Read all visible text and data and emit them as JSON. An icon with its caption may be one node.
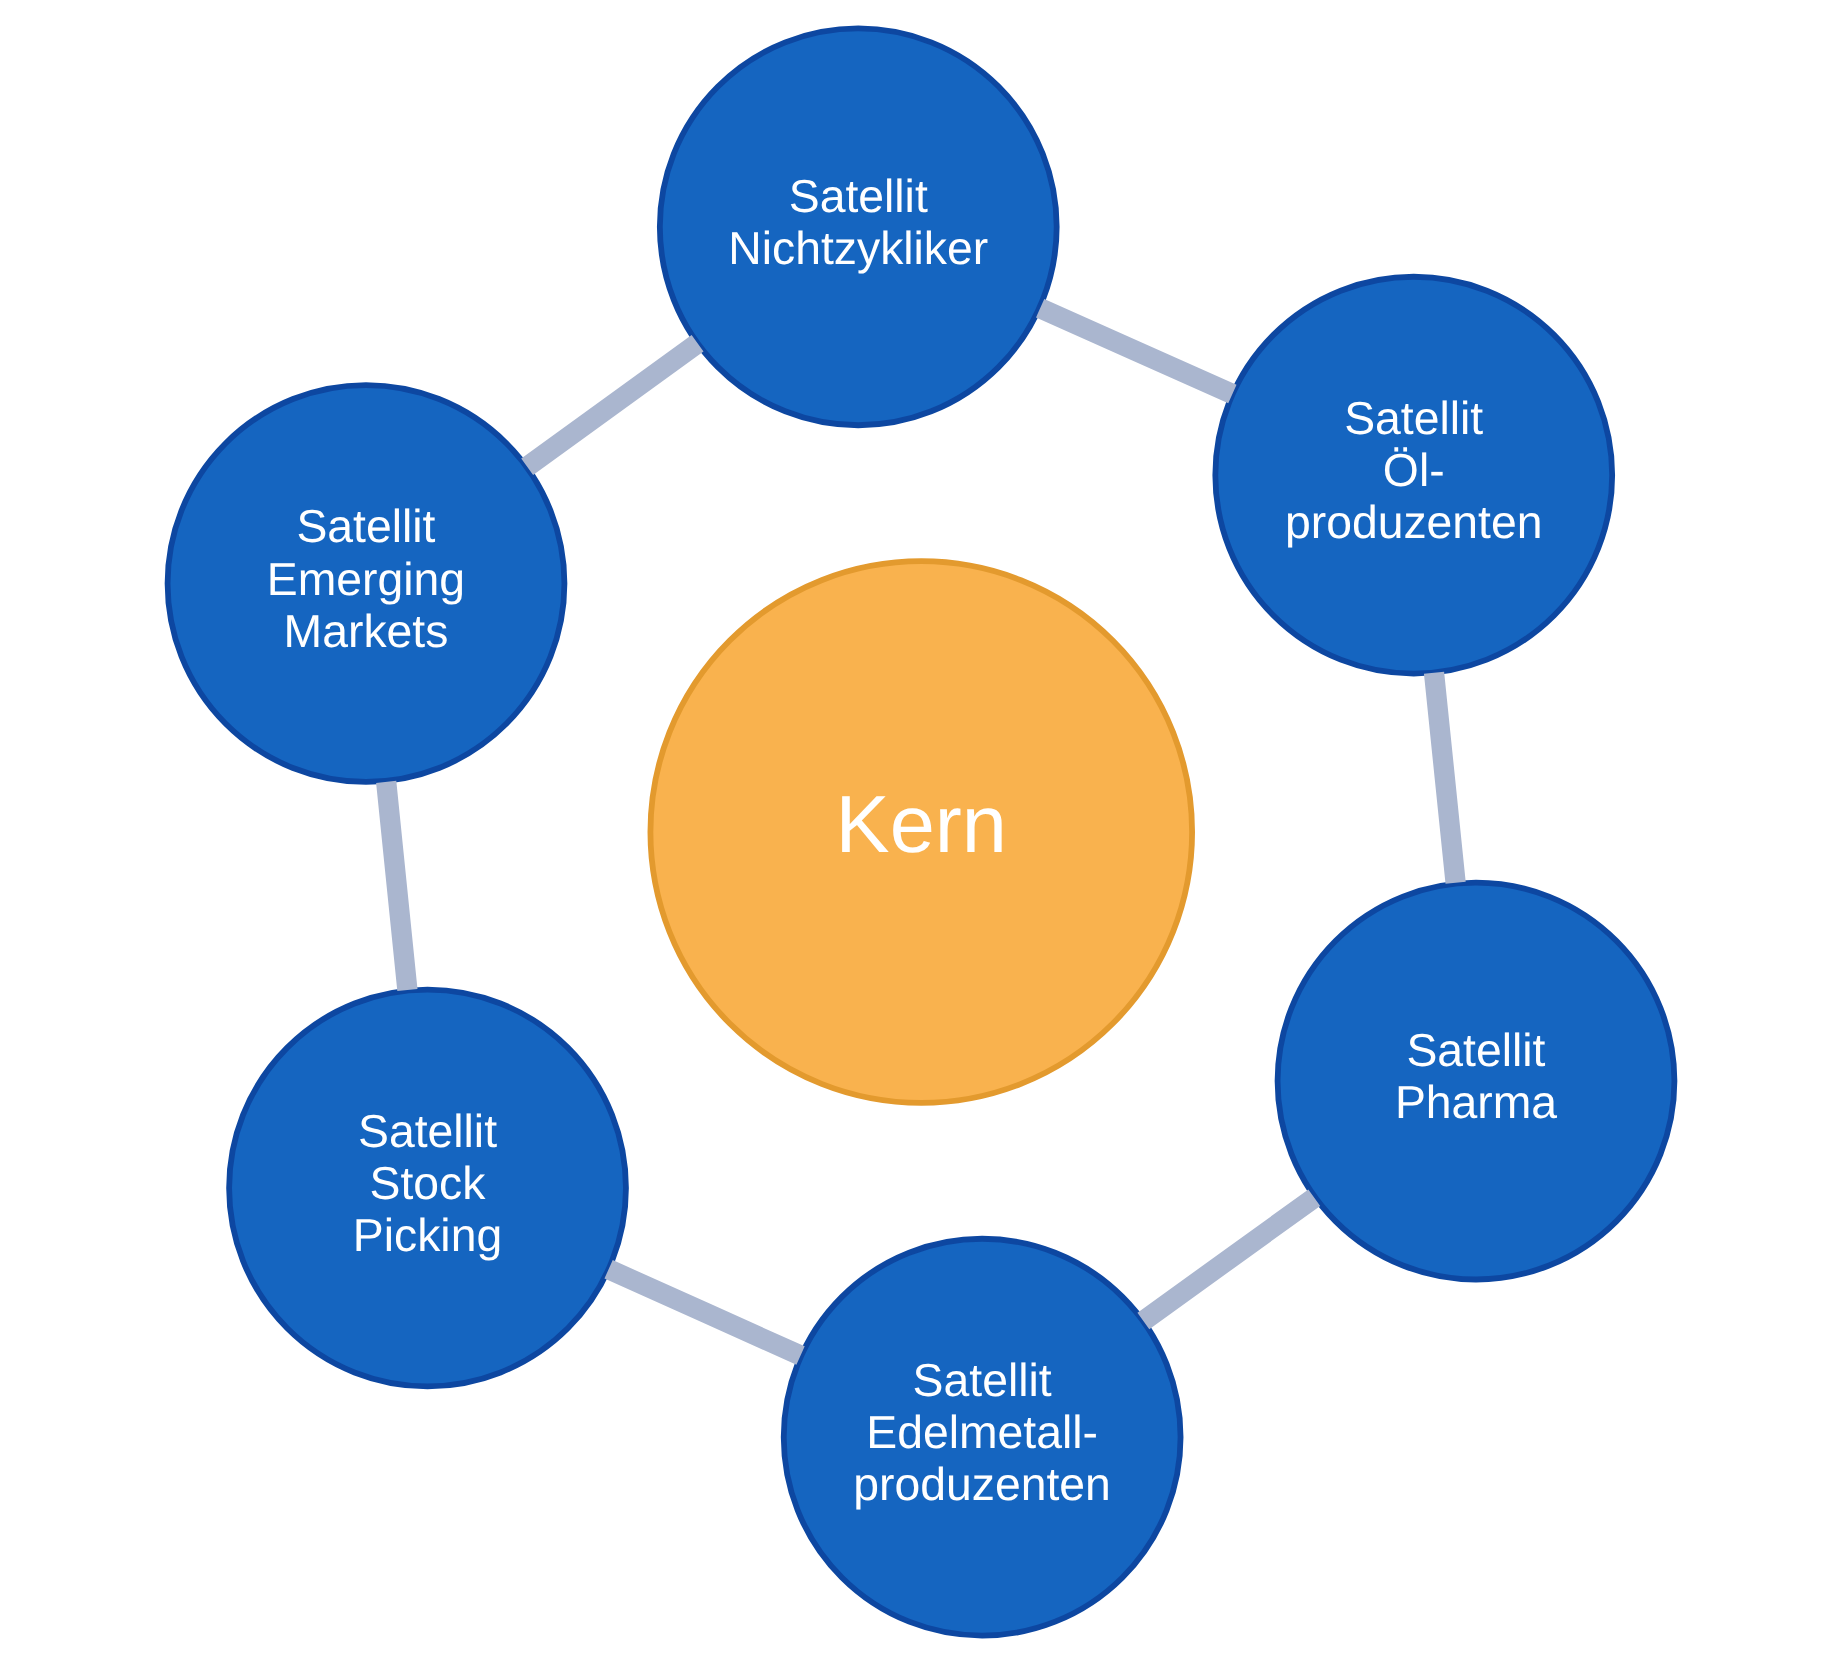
{
  "diagram": {
    "nodes": [
      {
        "text": [
          "Satellit Nichtzykliker"
        ]
      },
      {
        "text": [
          "Satellit Öl-produzenten"
        ]
      },
      {
        "text": [
          "Satellit Emerging Markets"
        ]
      },
      {
        "text": [
          "Kern"
        ]
      },
      {
        "text": [
          "Satellit Pharma"
        ]
      },
      {
        "text": [
          "Satellit Stock Picking"
        ]
      },
      {
        "text": [
          "Satellit Edelmetall-produzenten"
        ]
      }
    ],
    "edges": [
      {
        "from": 0,
        "to": 1,
        "arrow": "none"
      },
      {
        "from": 1,
        "to": 4,
        "arrow": "none"
      },
      {
        "from": 4,
        "to": 6,
        "arrow": "none"
      },
      {
        "from": 6,
        "to": 5,
        "arrow": "none"
      },
      {
        "from": 5,
        "to": 2,
        "arrow": "none"
      },
      {
        "from": 2,
        "to": 0,
        "arrow": "none"
      }
    ]
  }
}
